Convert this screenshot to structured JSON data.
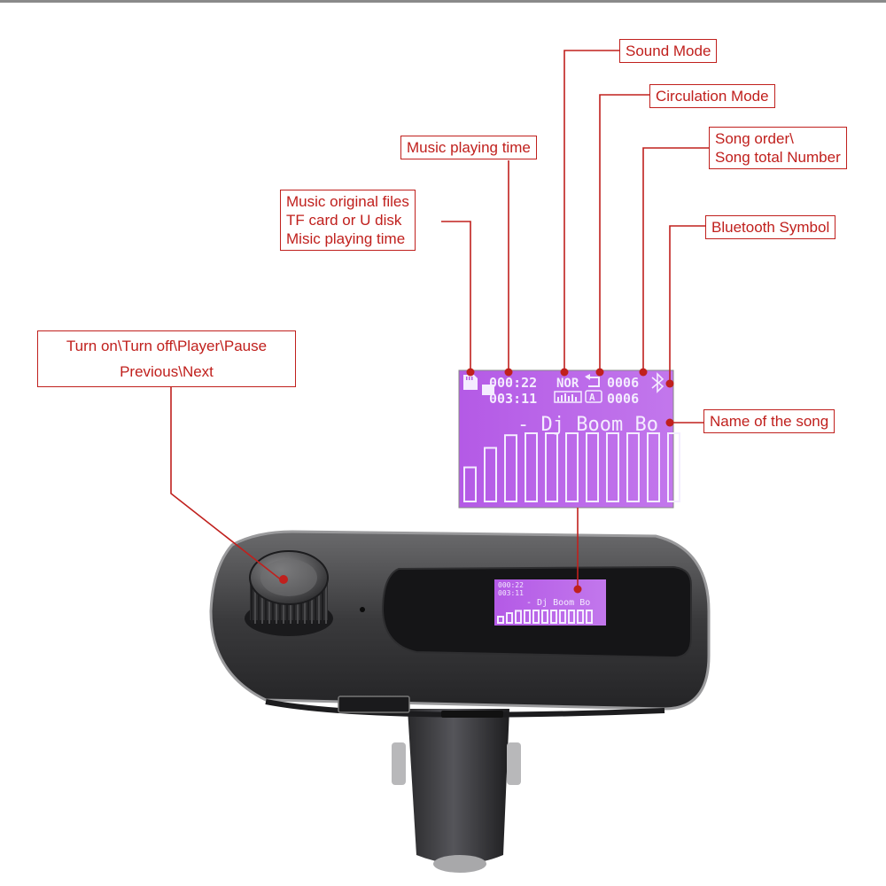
{
  "labels": {
    "sound_mode": "Sound Mode",
    "circulation_mode": "Circulation Mode",
    "music_playing_time": "Music playing time",
    "song_order": [
      "Song order\\",
      "Song total Number"
    ],
    "music_files": [
      "Music original files",
      "TF card or U disk",
      "Misic playing time"
    ],
    "bluetooth_symbol": "Bluetooth Symbol",
    "knob": [
      "Turn on\\Turn off\\Player\\Pause",
      "Previous\\Next"
    ],
    "song_name": "Name of the song"
  },
  "lcd": {
    "row1_time": "000:22",
    "row1_mode": "NOR",
    "row1_count": "0006",
    "row2_time": "003:11",
    "row2_count": "0006",
    "song": "- Dj Boom Bo",
    "eq_levels": [
      0.35,
      0.55,
      0.68,
      0.7,
      0.7,
      0.7,
      0.7,
      0.7,
      0.7,
      0.7,
      0.7
    ]
  },
  "colors": {
    "callout": "#c0201d",
    "lcd_bg": "#b65ee8",
    "lcd_fg": "#f4ecff",
    "device": "#3b3b3d"
  }
}
